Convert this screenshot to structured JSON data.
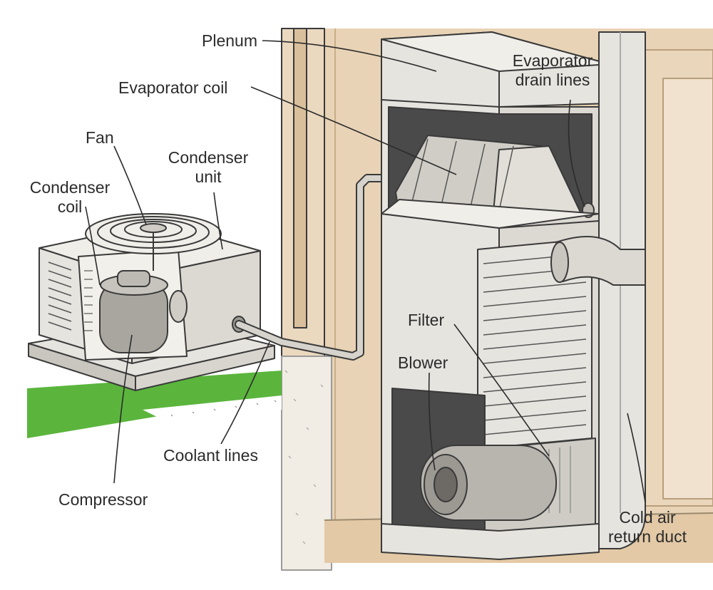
{
  "labels": {
    "plenum": "Plenum",
    "evaporator_coil": "Evaporator coil",
    "evaporator_drain_lines": [
      "Evaporator",
      "drain lines"
    ],
    "fan": "Fan",
    "condenser_unit": [
      "Condenser",
      "unit"
    ],
    "condenser_coil": [
      "Condenser",
      "coil"
    ],
    "filter": "Filter",
    "blower": "Blower",
    "coolant_lines": "Coolant lines",
    "compressor": "Compressor",
    "cold_air_return_duct": [
      "Cold air",
      "return duct"
    ]
  },
  "colors": {
    "outline": "#3a3a3a",
    "metal": "#e6e4df",
    "metal_shade": "#c9c6c0",
    "wall": "#e8d3b6",
    "wall_dark": "#d2b894",
    "grass": "#5bb53d",
    "dark_interior": "#4a4a4a"
  }
}
